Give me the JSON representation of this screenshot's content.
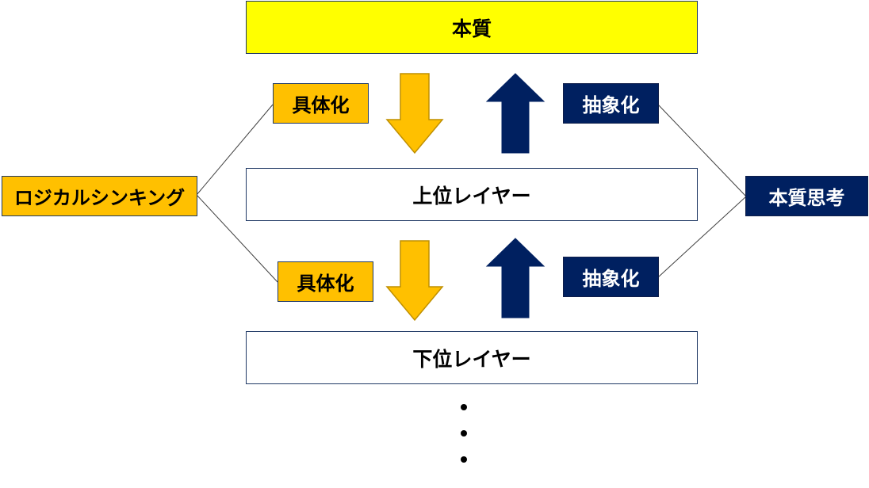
{
  "diagram": {
    "essence_label": "本質",
    "upper_layer_label": "上位レイヤー",
    "lower_layer_label": "下位レイヤー",
    "logical_thinking_label": "ロジカルシンキング",
    "essential_thinking_label": "本質思考",
    "concretize_top_label": "具体化",
    "concretize_bottom_label": "具体化",
    "abstract_top_label": "抽象化",
    "abstract_bottom_label": "抽象化",
    "continuation_dots": 3
  },
  "colors": {
    "essence_fill": "#ffff00",
    "gold": "#ffc000",
    "navy": "#002060",
    "border": "#1f3864",
    "connector": "#404040"
  },
  "icons": {
    "down_arrow": "gold-down-arrow-icon",
    "up_arrow": "navy-up-arrow-icon",
    "ellipsis": "vertical-ellipsis-icon"
  }
}
